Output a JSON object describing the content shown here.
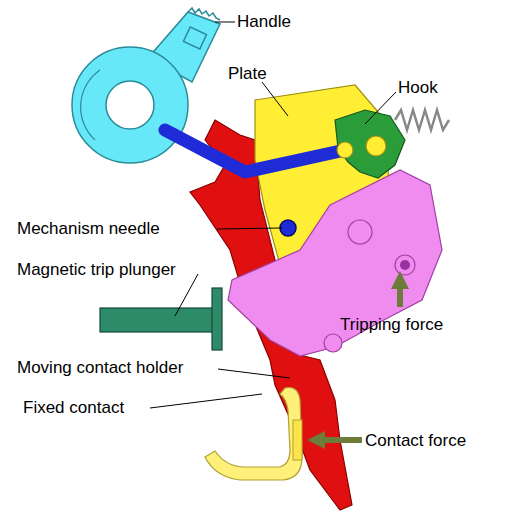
{
  "diagram": {
    "labels": [
      "Handle",
      "Plate",
      "Hook",
      "Mechanism needle",
      "Magnetic trip plunger",
      "Tripping force",
      "Moving contact holder",
      "Fixed contact",
      "Contact force"
    ]
  }
}
